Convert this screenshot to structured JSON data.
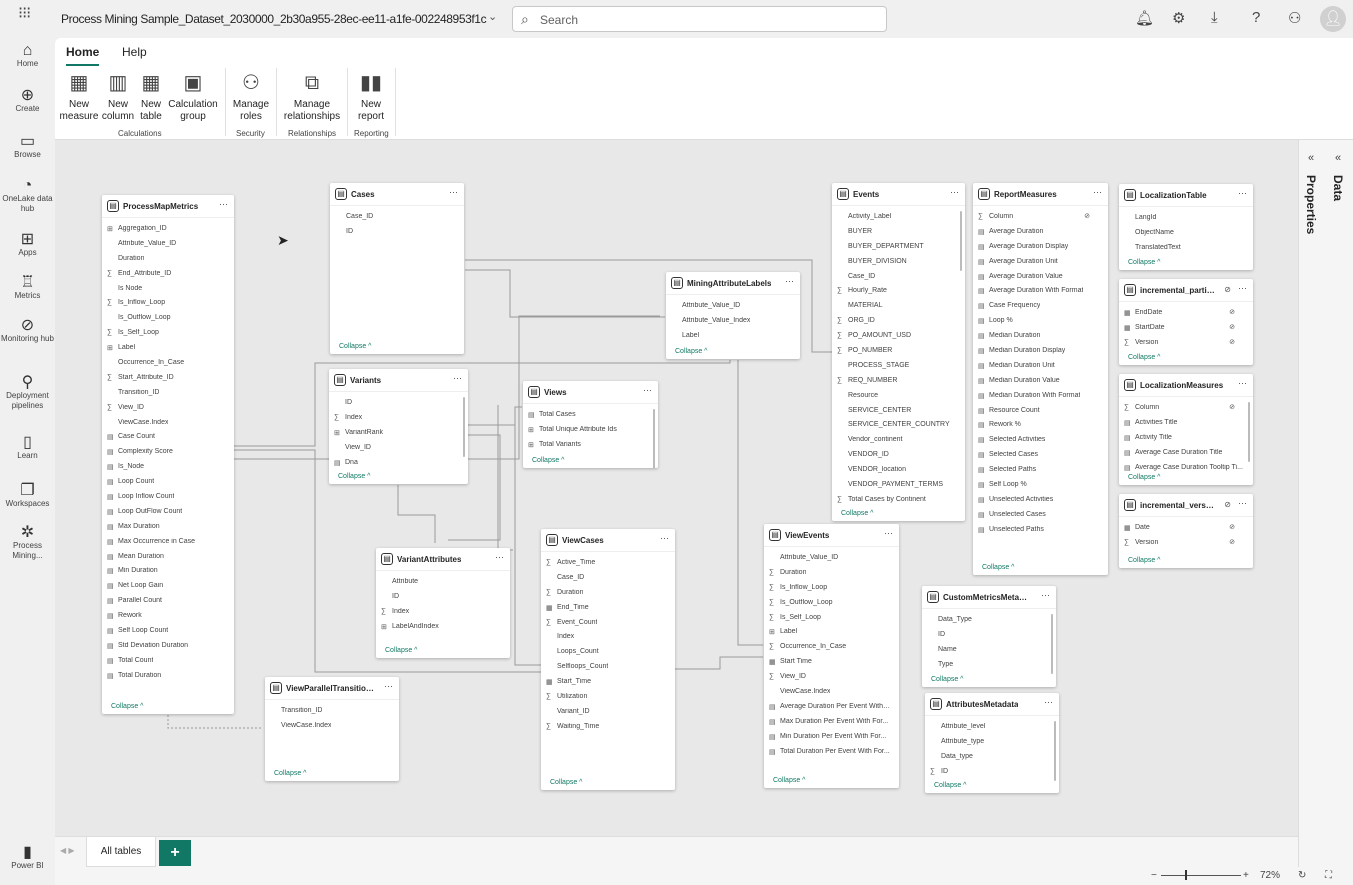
{
  "app": {
    "title": "Process Mining Sample_Dataset_2030000_2b30a955-28ec-ee11-a1fe-002248953f1c",
    "search_placeholder": "Search",
    "avatar": "user-icon"
  },
  "leftnav": [
    {
      "label": "Home",
      "icon": "⌂"
    },
    {
      "label": "Create",
      "icon": "⊕"
    },
    {
      "label": "Browse",
      "icon": "▭"
    },
    {
      "label": "OneLake data hub",
      "icon": "◔"
    },
    {
      "label": "Apps",
      "icon": "⊞"
    },
    {
      "label": "Metrics",
      "icon": "♖"
    },
    {
      "label": "Monitoring hub",
      "icon": "⊘"
    },
    {
      "label": "Deployment pipelines",
      "icon": "⚲"
    },
    {
      "label": "Learn",
      "icon": "▯"
    },
    {
      "label": "Workspaces",
      "icon": "❐"
    },
    {
      "label": "Process Mining...",
      "icon": "✲"
    },
    {
      "label": "Power BI",
      "icon": "▮"
    }
  ],
  "ribbon": {
    "tabs": [
      "Home",
      "Help"
    ],
    "buttons": [
      {
        "label": "New measure",
        "icon": "▦"
      },
      {
        "label": "New column",
        "icon": "▥"
      },
      {
        "label": "New table",
        "icon": "▦"
      },
      {
        "label": "Calculation group",
        "icon": "▣"
      },
      {
        "label": "Manage roles",
        "icon": "⚇"
      },
      {
        "label": "Manage relationships",
        "icon": "⧉"
      },
      {
        "label": "New report",
        "icon": "▮▮"
      }
    ],
    "groups": [
      "Calculations",
      "Security",
      "Relationships",
      "Reporting"
    ]
  },
  "panes": {
    "properties": "Properties",
    "data": "Data"
  },
  "bottom": {
    "tab": "All tables",
    "add": "+"
  },
  "status": {
    "zoom": "72%"
  },
  "collapse_label": "Collapse ^",
  "tables": [
    {
      "name": "ProcessMapMetrics",
      "fields": [
        [
          "c",
          "Aggregation_ID"
        ],
        [
          "",
          "Attribute_Value_ID"
        ],
        [
          "",
          "Duration"
        ],
        [
          "s",
          "End_Attribute_ID"
        ],
        [
          "",
          "Is Node"
        ],
        [
          "s",
          "Is_Inflow_Loop"
        ],
        [
          "",
          "Is_Outflow_Loop"
        ],
        [
          "s",
          "Is_Self_Loop"
        ],
        [
          "c",
          "Label"
        ],
        [
          "",
          "Occurrence_In_Case"
        ],
        [
          "s",
          "Start_Attribute_ID"
        ],
        [
          "",
          "Transition_ID"
        ],
        [
          "s",
          "View_ID"
        ],
        [
          "",
          "ViewCase.Index"
        ],
        [
          "m",
          "Case Count"
        ],
        [
          "m",
          "Complexity Score"
        ],
        [
          "m",
          "Is_Node"
        ],
        [
          "m",
          "Loop Count"
        ],
        [
          "m",
          "Loop Inflow Count"
        ],
        [
          "m",
          "Loop OutFlow Count"
        ],
        [
          "m",
          "Max Duration"
        ],
        [
          "m",
          "Max Occurrence in Case"
        ],
        [
          "m",
          "Mean Duration"
        ],
        [
          "m",
          "Min Duration"
        ],
        [
          "m",
          "Net Loop Gain"
        ],
        [
          "m",
          "Parallel Count"
        ],
        [
          "m",
          "Rework"
        ],
        [
          "m",
          "Self Loop Count"
        ],
        [
          "m",
          "Std Deviation Duration"
        ],
        [
          "m",
          "Total Count"
        ],
        [
          "m",
          "Total Duration"
        ]
      ]
    },
    {
      "name": "Cases",
      "fields": [
        [
          "",
          "Case_ID"
        ],
        [
          "",
          "ID"
        ]
      ]
    },
    {
      "name": "MiningAttributeLabels",
      "fields": [
        [
          "",
          "Attribute_Value_ID"
        ],
        [
          "",
          "Attribute_Value_Index"
        ],
        [
          "",
          "Label"
        ]
      ]
    },
    {
      "name": "Variants",
      "fields": [
        [
          "",
          "ID"
        ],
        [
          "s",
          "Index"
        ],
        [
          "c",
          "VariantRank"
        ],
        [
          "",
          "View_ID"
        ],
        [
          "m",
          "Dna"
        ]
      ]
    },
    {
      "name": "Views",
      "fields": [
        [
          "m",
          "Total Cases"
        ],
        [
          "c",
          "Total Unique Attribute Ids"
        ],
        [
          "c",
          "Total Variants"
        ]
      ]
    },
    {
      "name": "VariantAttributes",
      "fields": [
        [
          "",
          "Attribute"
        ],
        [
          "",
          "ID"
        ],
        [
          "s",
          "Index"
        ],
        [
          "c",
          "LabelAndIndex"
        ]
      ]
    },
    {
      "name": "ViewCases",
      "fields": [
        [
          "s",
          "Active_Time"
        ],
        [
          "",
          "Case_ID"
        ],
        [
          "s",
          "Duration"
        ],
        [
          "d",
          "End_Time"
        ],
        [
          "s",
          "Event_Count"
        ],
        [
          "",
          "Index"
        ],
        [
          "",
          "Loops_Count"
        ],
        [
          "",
          "Selfloops_Count"
        ],
        [
          "d",
          "Start_Time"
        ],
        [
          "s",
          "Utilization"
        ],
        [
          "",
          "Variant_ID"
        ],
        [
          "s",
          "Waiting_Time"
        ]
      ]
    },
    {
      "name": "ViewParallelTransitions",
      "fields": [
        [
          "",
          "Transition_ID"
        ],
        [
          "",
          "ViewCase.Index"
        ]
      ]
    },
    {
      "name": "Events",
      "fields": [
        [
          "",
          "Activity_Label"
        ],
        [
          "",
          "BUYER"
        ],
        [
          "",
          "BUYER_DEPARTMENT"
        ],
        [
          "",
          "BUYER_DIVISION"
        ],
        [
          "",
          "Case_ID"
        ],
        [
          "s",
          "Hourly_Rate"
        ],
        [
          "",
          "MATERIAL"
        ],
        [
          "s",
          "ORG_ID"
        ],
        [
          "s",
          "PO_AMOUNT_USD"
        ],
        [
          "s",
          "PO_NUMBER"
        ],
        [
          "",
          "PROCESS_STAGE"
        ],
        [
          "s",
          "REQ_NUMBER"
        ],
        [
          "",
          "Resource"
        ],
        [
          "",
          "SERVICE_CENTER"
        ],
        [
          "",
          "SERVICE_CENTER_COUNTRY"
        ],
        [
          "",
          "Vendor_continent"
        ],
        [
          "",
          "VENDOR_ID"
        ],
        [
          "",
          "VENDOR_location"
        ],
        [
          "",
          "VENDOR_PAYMENT_TERMS"
        ],
        [
          "s",
          "Total Cases by Continent"
        ]
      ]
    },
    {
      "name": "ReportMeasures",
      "fields": [
        [
          "sh",
          "Column"
        ],
        [
          "m",
          "Average Duration"
        ],
        [
          "m",
          "Average Duration Display"
        ],
        [
          "m",
          "Average Duration Unit"
        ],
        [
          "m",
          "Average Duration Value"
        ],
        [
          "m",
          "Average Duration With Format"
        ],
        [
          "m",
          "Case Frequency"
        ],
        [
          "m",
          "Loop %"
        ],
        [
          "m",
          "Median Duration"
        ],
        [
          "m",
          "Median Duration Display"
        ],
        [
          "m",
          "Median Duration Unit"
        ],
        [
          "m",
          "Median Duration Value"
        ],
        [
          "m",
          "Median Duration With Format"
        ],
        [
          "m",
          "Resource Count"
        ],
        [
          "m",
          "Rework %"
        ],
        [
          "m",
          "Selected Activities"
        ],
        [
          "m",
          "Selected Cases"
        ],
        [
          "m",
          "Selected Paths"
        ],
        [
          "m",
          "Self Loop %"
        ],
        [
          "m",
          "Unselected Activities"
        ],
        [
          "m",
          "Unselected Cases"
        ],
        [
          "m",
          "Unselected Paths"
        ]
      ]
    },
    {
      "name": "LocalizationTable",
      "fields": [
        [
          "",
          "LangId"
        ],
        [
          "",
          "ObjectName"
        ],
        [
          "",
          "TranslatedText"
        ]
      ]
    },
    {
      "name": "incremental_partiti...",
      "hidden": true,
      "fields": [
        [
          "dh",
          "EndDate"
        ],
        [
          "dh",
          "StartDate"
        ],
        [
          "sh",
          "Version"
        ]
      ]
    },
    {
      "name": "LocalizationMeasures",
      "fields": [
        [
          "sh",
          "Column"
        ],
        [
          "m",
          "Activities Title"
        ],
        [
          "m",
          "Activity Title"
        ],
        [
          "m",
          "Average Case Duration Title"
        ],
        [
          "m",
          "Average Case Duration Tooltip Ti..."
        ]
      ]
    },
    {
      "name": "incremental_versions",
      "hidden": true,
      "fields": [
        [
          "dh",
          "Date"
        ],
        [
          "sh",
          "Version"
        ]
      ]
    },
    {
      "name": "ViewEvents",
      "fields": [
        [
          "",
          "Attribute_Value_ID"
        ],
        [
          "s",
          "Duration"
        ],
        [
          "s",
          "Is_Inflow_Loop"
        ],
        [
          "s",
          "Is_Outflow_Loop"
        ],
        [
          "s",
          "Is_Self_Loop"
        ],
        [
          "c",
          "Label"
        ],
        [
          "s",
          "Occurrence_In_Case"
        ],
        [
          "d",
          "Start Time"
        ],
        [
          "s",
          "View_ID"
        ],
        [
          "",
          "ViewCase.Index"
        ],
        [
          "m",
          "Average Duration Per Event With ..."
        ],
        [
          "m",
          "Max Duration Per Event With For..."
        ],
        [
          "m",
          "Min Duration Per Event With For..."
        ],
        [
          "m",
          "Total Duration Per Event With For..."
        ]
      ]
    },
    {
      "name": "CustomMetricsMetadata",
      "fields": [
        [
          "",
          "Data_Type"
        ],
        [
          "",
          "ID"
        ],
        [
          "",
          "Name"
        ],
        [
          "",
          "Type"
        ]
      ]
    },
    {
      "name": "AttributesMetadata",
      "fields": [
        [
          "",
          "Attribute_level"
        ],
        [
          "",
          "Attribute_type"
        ],
        [
          "",
          "Data_type"
        ],
        [
          "s",
          "ID"
        ]
      ]
    }
  ]
}
